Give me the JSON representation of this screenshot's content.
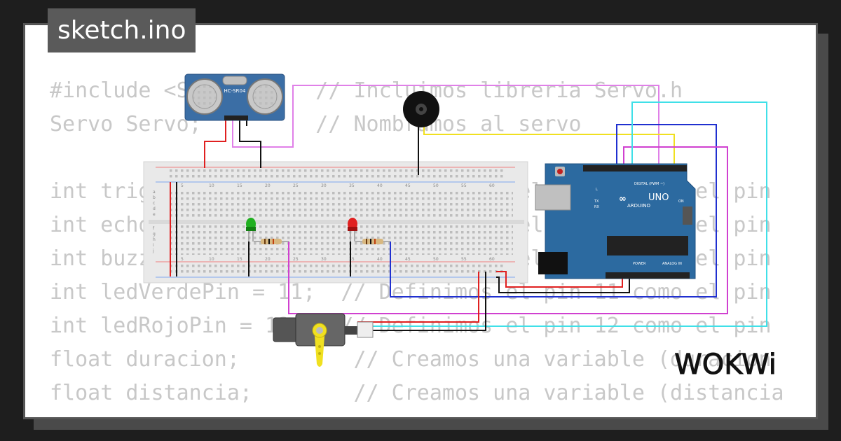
{
  "title": "sketch.ino",
  "code_lines": [
    "#include <Servo.h>   // Incluimos libreria Servo.h",
    "Servo Servo;         // Nombramos al servo",
    "",
    "int triggerPin = 8;     // Definimos el pin 8 como el pin",
    "int echoPin = 7;        // Definimos el pin 7 como el pin",
    "int buzzerPin = 9;      // Definimos el pin 9 como el pin",
    "int ledVerdePin = 11;  // Definimos el pin 11 como el pin",
    "int ledRojoPin = 12;   // Definimos el pin 12 como el pin",
    "float duracion;         // Creamos una variable (duracion",
    "float distancia;        // Creamos una variable (distancia"
  ],
  "components": {
    "ultrasonic": "HC-SR04",
    "arduino_brand": "ARDUINO",
    "arduino_model": "UNO",
    "arduino_labels": {
      "digital": "DIGITAL (PWM ~)",
      "power": "POWER",
      "analog": "ANALOG IN",
      "on": "ON",
      "tx": "TX",
      "rx": "RX",
      "l": "L"
    },
    "breadboard_numbers": [
      "5",
      "10",
      "15",
      "20",
      "25",
      "30",
      "35",
      "40",
      "45",
      "50",
      "55",
      "60"
    ],
    "breadboard_rows": [
      "a",
      "b",
      "c",
      "d",
      "e",
      "f",
      "g",
      "h",
      "i",
      "j"
    ]
  },
  "brand": "WOKWi",
  "colors": {
    "arduino": "#2c6aa0",
    "sensor": "#3b6ea5",
    "wire_magenta": "#d040d0",
    "wire_pink": "#e080e8",
    "wire_cyan": "#40e0e8",
    "wire_blue": "#2030d0",
    "wire_yellow": "#f0e020",
    "wire_red": "#e02020",
    "wire_black": "#111111"
  }
}
